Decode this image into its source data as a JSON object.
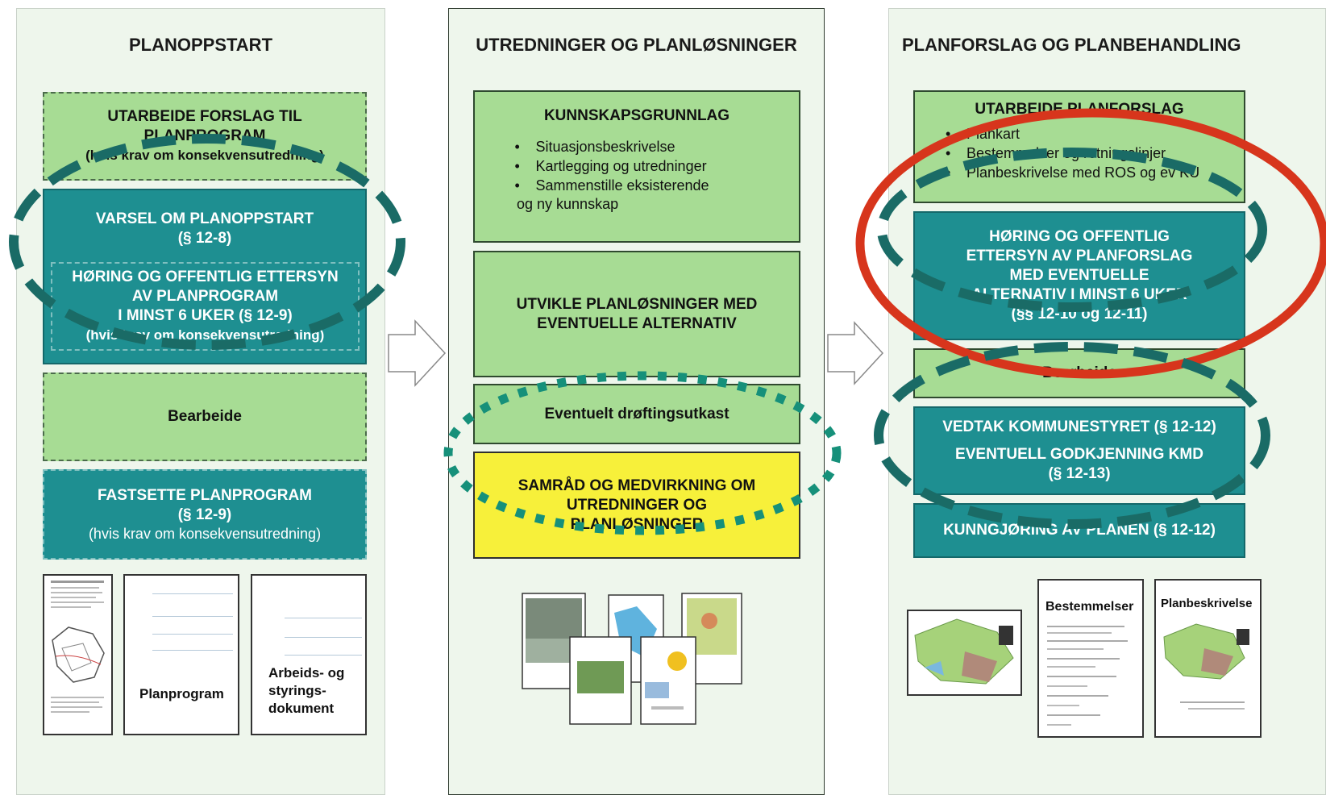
{
  "columns": [
    {
      "title": "PLANOPPSTART",
      "boxes": {
        "utarbeide": [
          "UTARBEIDE FORSLAG TIL",
          "PLANPROGRAM",
          "(hvis krav om konsekvensutredning)"
        ],
        "varsel": [
          "VARSEL OM PLANOPPSTART",
          "(§ 12-8)"
        ],
        "horing": [
          "HØRING OG OFFENTLIG ETTERSYN",
          "AV PLANPROGRAM",
          "I MINST 6 UKER (§ 12-9)",
          "(hvis krav om konsekvensutredning)"
        ],
        "bearbeide": "Bearbeide",
        "fastsette": [
          "FASTSETTE PLANPROGRAM",
          "(§ 12-9)",
          "(hvis krav om konsekvensutredning)"
        ]
      },
      "docs": {
        "planprogram": "Planprogram",
        "arbeids": [
          "Arbeids- og",
          "styrings-",
          "dokument"
        ]
      }
    },
    {
      "title": "UTREDNINGER OG PLANLØSNINGER",
      "boxes": {
        "kunnskap_title": "KUNNSKAPSGRUNNLAG",
        "kunnskap_items": [
          "Situasjonsbeskrivelse",
          "Kartlegging og utredninger",
          "Sammenstille eksisterende",
          "og ny kunnskap"
        ],
        "utvikle": [
          "UTVIKLE PLANLØSNINGER MED",
          "EVENTUELLE ALTERNATIV"
        ],
        "droftings": "Eventuelt drøftingsutkast",
        "samrad": [
          "SAMRÅD OG MEDVIRKNING OM",
          "UTREDNINGER OG",
          "PLANLØSNINGER"
        ]
      }
    },
    {
      "title": "PLANFORSLAG OG PLANBEHANDLING",
      "boxes": {
        "utarbeide_title": "UTARBEIDE PLANFORSLAG",
        "utarbeide_items": [
          "Plankart",
          "Bestemmelser og retningslinjer",
          "Planbeskrivelse med ROS og ev KU"
        ],
        "horing": [
          "HØRING OG OFFENTLIG",
          "ETTERSYN AV PLANFORSLAG",
          "MED EVENTUELLE",
          "ALTERNATIV I MINST 6 UKER",
          "(§§ 12-10 og 12-11)"
        ],
        "bearbeide": "Bearbeide",
        "vedtak": "VEDTAK KOMMUNESTYRET (§ 12-12)",
        "godkjenning": [
          "EVENTUELL GODKJENNING KMD",
          "(§ 12-13)"
        ],
        "kunngjoring": "KUNNGJØRING AV PLANEN (§ 12-12)"
      },
      "docs": {
        "bestemmelser": "Bestemmelser",
        "planbeskrivelse": "Planbeskrivelse"
      }
    }
  ],
  "colors": {
    "panel_bg": "#eef6ec",
    "green_box": "#a7dc94",
    "teal_box": "#1e8f91",
    "yellow_box": "#f7f03a",
    "teal_ellipse": "#1a6b66",
    "dotted_ellipse": "#16907a",
    "red_ellipse": "#d7351c"
  }
}
